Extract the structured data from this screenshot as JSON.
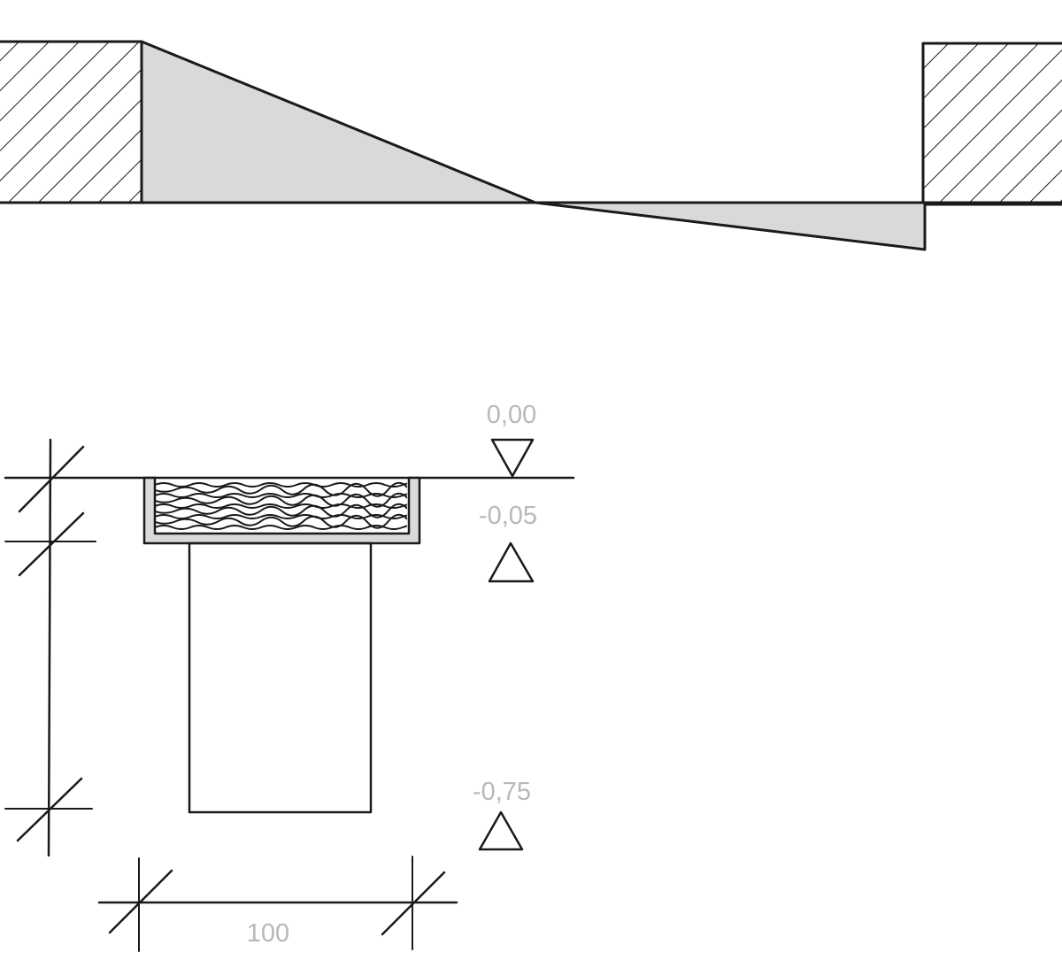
{
  "elevation_marks": {
    "top": "0,00",
    "beam_underside": "-0,05",
    "column_base": "-0,75"
  },
  "dimension": {
    "width": "100"
  },
  "colors": {
    "ink": "#1a1a1a",
    "fill_gray": "#d9d9d9",
    "label_gray": "#b8b8b8",
    "background": "#ffffff"
  },
  "icons": [
    "hatched-wall-icon",
    "elevation-triangle-icon",
    "dimension-tick-icon",
    "wood-grain-icon"
  ]
}
